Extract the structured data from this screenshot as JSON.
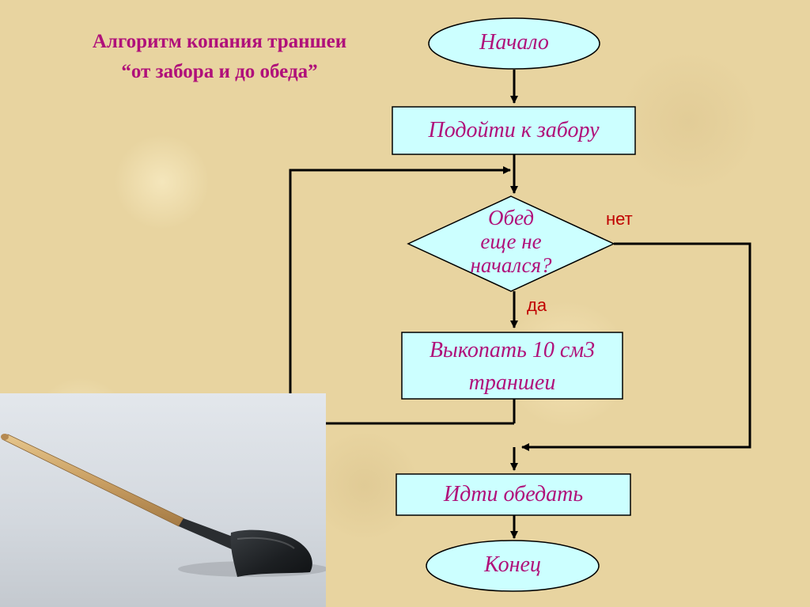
{
  "title": {
    "line1": "Алгоритм копания траншеи",
    "line2": "“от забора и до обеда”"
  },
  "nodes": {
    "start": "Начало",
    "approach": "Подойти к забору",
    "condition_line1": "Обед",
    "condition_line2": "еще не",
    "condition_line3": "начался?",
    "dig_line1": "Выкопать 10 см3",
    "dig_line2": "траншеи",
    "lunch": "Идти обедать",
    "end": "Конец"
  },
  "branches": {
    "no": "нет",
    "yes": "да"
  },
  "colors": {
    "shape_fill": "#ccffff",
    "node_text": "#b0107a",
    "branch_text": "#c00000",
    "lines": "#000000"
  }
}
